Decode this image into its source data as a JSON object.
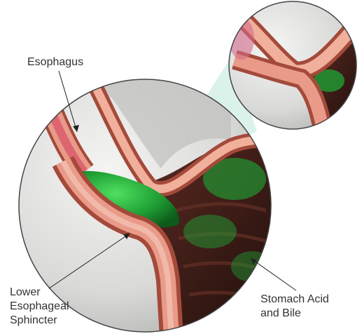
{
  "labels": {
    "esophagus": "Esophagus",
    "les": [
      "Lower",
      "Esophageal",
      "Sphincter"
    ],
    "stomach_acid": [
      "Stomach Acid",
      "and Bile"
    ]
  },
  "colors": {
    "tissue": "#d77f6b",
    "tissue_light": "#f0b09b",
    "tissue_dark": "#a44a3b",
    "acid_green": "#22b33a",
    "stomach_dark": "#3a1a16",
    "background_gray": "#cfd0cf",
    "beam": "#cdeee3",
    "outline": "#444444",
    "label_text": "#333333"
  }
}
